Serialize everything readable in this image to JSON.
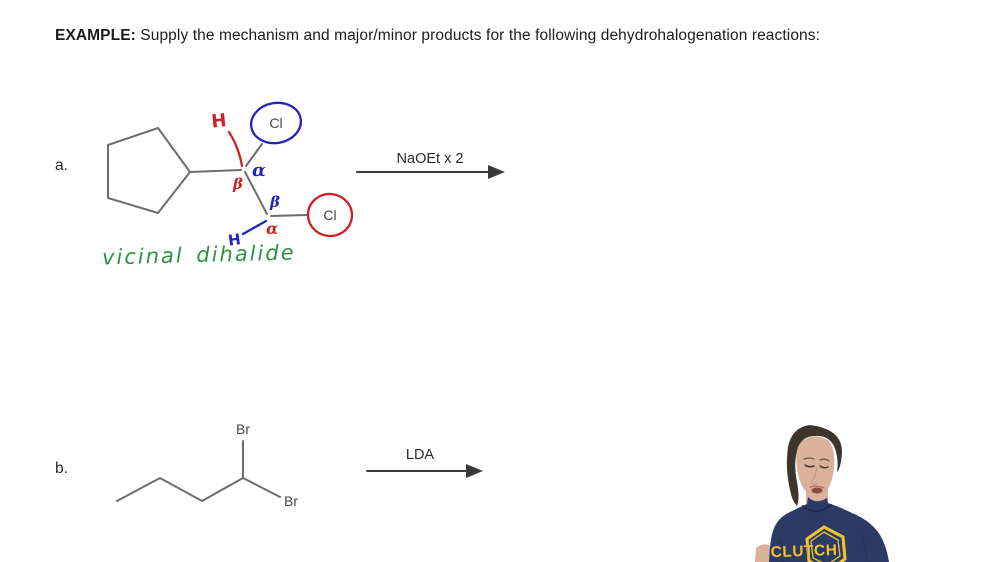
{
  "title": {
    "label": "EXAMPLE:",
    "text": " Supply the mechanism and major/minor products for the following dehydrohalogenation reactions:"
  },
  "reaction_a": {
    "item_label": "a.",
    "reagent": "NaOEt x 2",
    "annotation": "vicinal dihalide",
    "labels": {
      "h": "H",
      "cl": "Cl",
      "alpha": "α",
      "beta": "β"
    }
  },
  "reaction_b": {
    "item_label": "b.",
    "reagent": "LDA",
    "labels": {
      "br": "Br"
    }
  },
  "presenter": {
    "shirt_text": "CLUTCH"
  },
  "colors": {
    "ink-red": "#cc2127",
    "ink-blue": "#2323bb",
    "ink-green": "#2e9143",
    "bond": "#6d6d6d",
    "arrow": "#3a3a3a",
    "shirt": "#2c3b66",
    "shirt-dark": "#1f2c4e",
    "hair": "#3c352b",
    "skin": "#dab29a",
    "skin-shadow": "#c2977d",
    "logo-yellow": "#f2c52e",
    "mouth": "#8a4a3f"
  }
}
